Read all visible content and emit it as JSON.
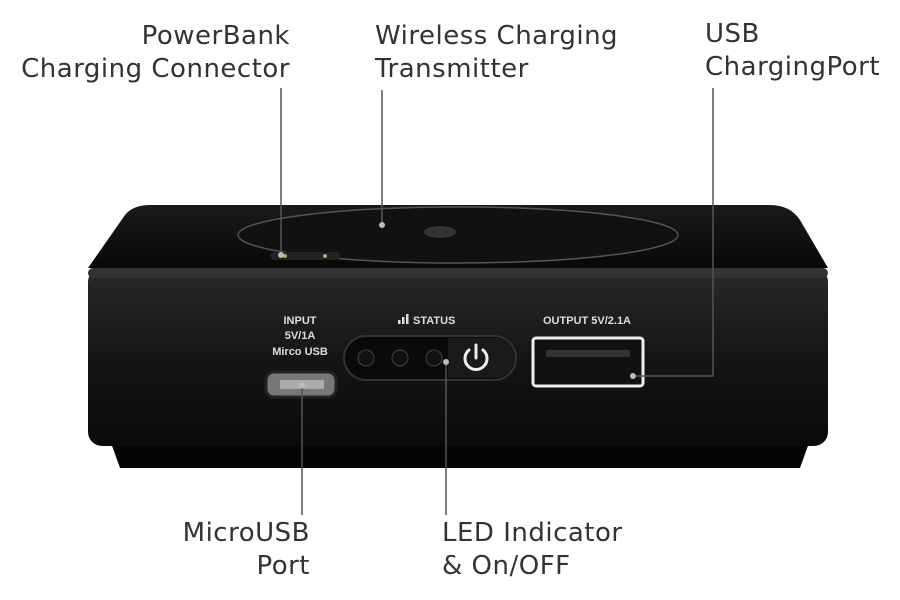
{
  "callouts": {
    "powerbank_connector": [
      "PowerBank",
      "Charging Connector"
    ],
    "wireless_transmitter": [
      "Wireless Charging",
      "Transmitter"
    ],
    "usb_port": [
      "USB",
      "ChargingPort"
    ],
    "microusb_port": [
      "MicroUSB",
      "Port"
    ],
    "led_indicator": [
      "LED Indicator",
      "& On/OFF"
    ]
  },
  "device": {
    "input_label": [
      "INPUT",
      "5V/1A",
      "Mirco USB"
    ],
    "status_label": "STATUS",
    "output_label": "OUTPUT 5V/2.1A"
  },
  "colors": {
    "body": "#0d0d0d",
    "text": "#333333",
    "leader": "#555555"
  }
}
